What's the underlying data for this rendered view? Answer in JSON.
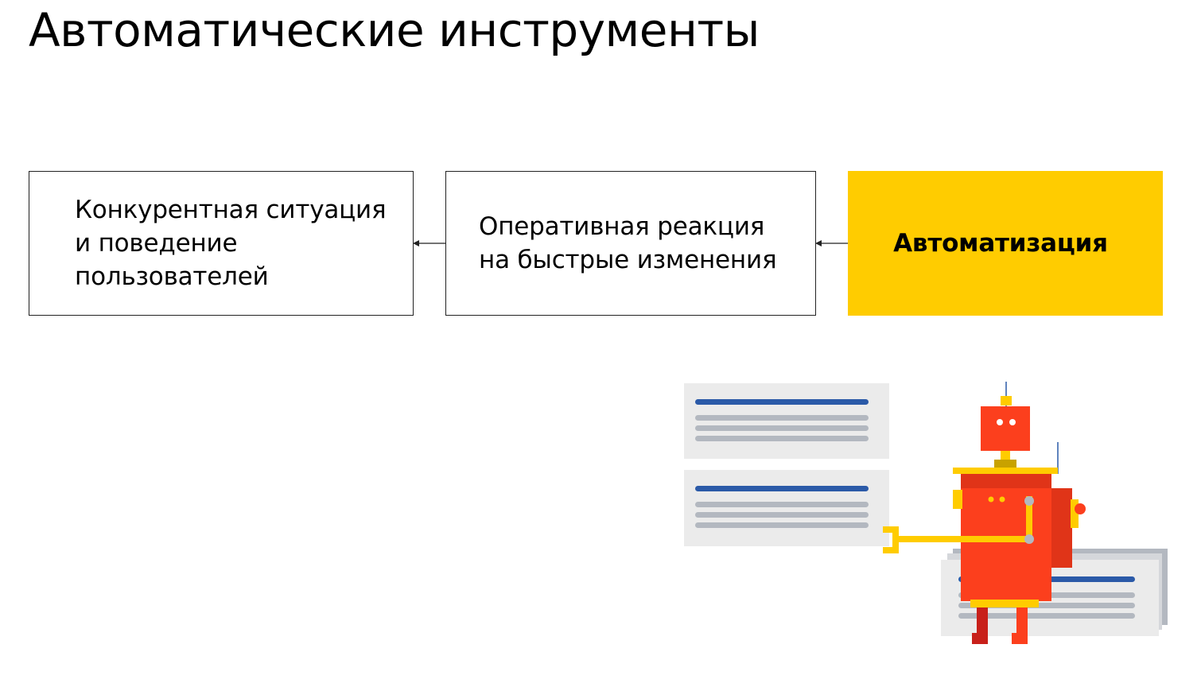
{
  "title": "Автоматические инструменты",
  "flow": {
    "boxes": [
      {
        "label": "Конкурентная ситуация\nи поведение\nпользователей"
      },
      {
        "label": "Оперативная реакция\nна быстрые изменения"
      },
      {
        "label": "Автоматизация"
      }
    ],
    "arrow_direction": "right-to-left"
  },
  "colors": {
    "accent_yellow": "#ffcc00",
    "robot_red": "#fc3f1d",
    "robot_yellow": "#ffcc00",
    "doc_line_blue": "#2b5aa8",
    "doc_line_gray": "#b3b8c0",
    "doc_card_bg": "#ebebeb"
  },
  "illustration": {
    "subject": "robot-sorting-documents-illustration"
  }
}
